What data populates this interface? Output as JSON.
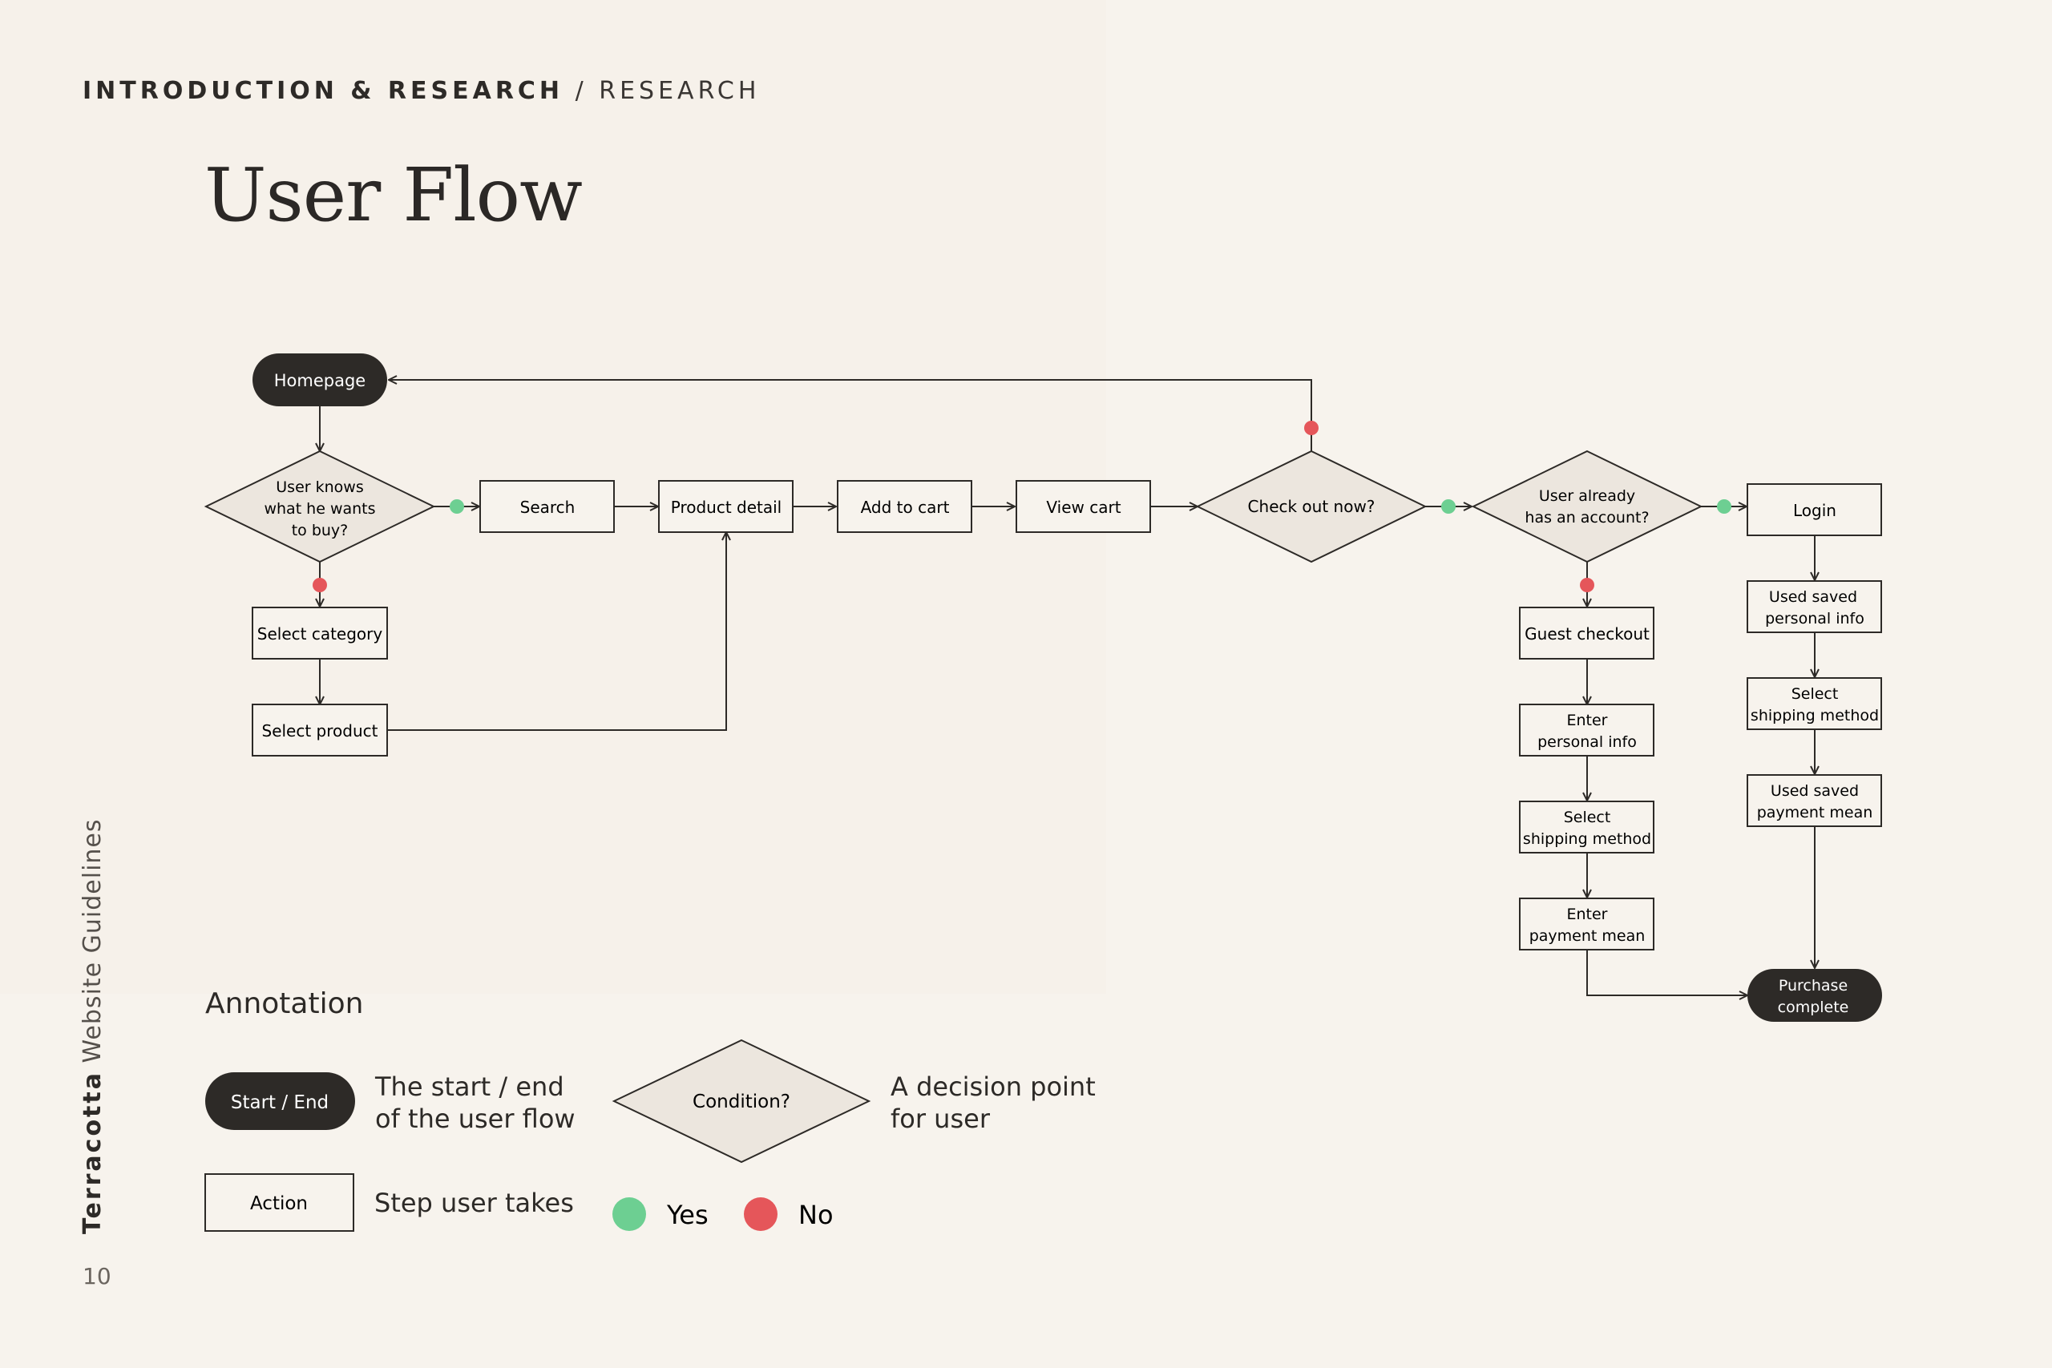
{
  "header": {
    "section": "INTRODUCTION & RESEARCH",
    "separator": "/",
    "subsection": "RESEARCH"
  },
  "page_title": "User Flow",
  "colors": {
    "background": "#f7f3ed",
    "dark": "#2d2a27",
    "diamond_fill": "#ece6de",
    "yes": "#6dcf92",
    "no": "#e5565a"
  },
  "flow": {
    "homepage": "Homepage",
    "knows_line1": "User knows",
    "knows_line2": "what he wants",
    "knows_line3": "to buy?",
    "search": "Search",
    "product_detail": "Product detail",
    "add_to_cart": "Add to cart",
    "view_cart": "View cart",
    "check_out_now": "Check out now?",
    "has_account_line1": "User already",
    "has_account_line2": "has an account?",
    "login": "Login",
    "select_category": "Select category",
    "select_product": "Select product",
    "guest_checkout": "Guest checkout",
    "enter_personal_line1": "Enter",
    "enter_personal_line2": "personal info",
    "guest_shipping_line1": "Select",
    "guest_shipping_line2": "shipping method",
    "enter_payment_line1": "Enter",
    "enter_payment_line2": "payment mean",
    "saved_personal_line1": "Used saved",
    "saved_personal_line2": "personal info",
    "login_shipping_line1": "Select",
    "login_shipping_line2": "shipping method",
    "saved_payment_line1": "Used saved",
    "saved_payment_line2": "payment mean",
    "purchase_line1": "Purchase",
    "purchase_line2": "complete"
  },
  "annotation": {
    "title": "Annotation",
    "start_end_label": "Start / End",
    "start_end_desc_line1": "The start / end",
    "start_end_desc_line2": "of the user flow",
    "action_label": "Action",
    "action_desc": "Step user takes",
    "condition_label": "Condition?",
    "condition_desc_line1": "A decision point",
    "condition_desc_line2": "for user",
    "yes_label": "Yes",
    "no_label": "No"
  },
  "sidebar": {
    "brand": "Terracotta",
    "brand_suffix": "Website Guidelines"
  },
  "page_number": "10"
}
